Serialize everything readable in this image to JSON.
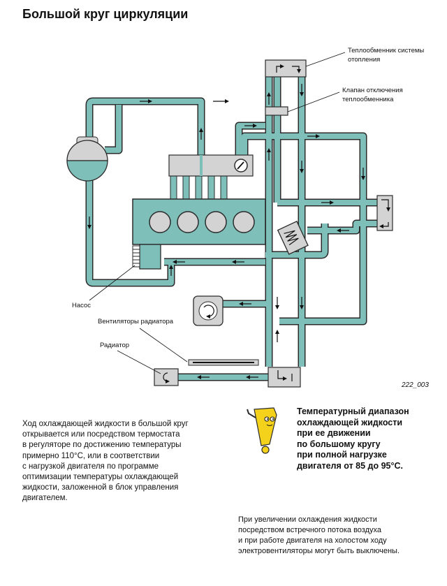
{
  "title": "Большой круг циркуляции",
  "labels": {
    "heater": "Теплообменник системы\nотопления",
    "valve": "Клапан отключения\nтеплообменника",
    "pump": "Насос",
    "fans": "Вентиляторы радиатора",
    "radiator": "Радиатор",
    "figure_number": "222_003"
  },
  "paragraph": "Ход охлаждающей жидкости в большой круг\nоткрывается или посредством термостата\nв регуляторе по достижению температуры\nпримерно 110°С, или в соответствии\nс нагрузкой двигателя по программе\nоптимизации температуры охлаждающей\nжидкости, заложенной в блок управления\nдвигателем.",
  "note": "Температурный диапазон\nохлаждающей жидкости\nпри ее движении\nпо большому кругу\nпри полной нагрузке\nдвигателя от 85 до 95°С.",
  "paragraph2": "При увеличении охлаждения жидкости\nпосредством встречного потока воздуха\nи при работе двигателя на холостом ходу\nэлектровентиляторы могут быть выключены.",
  "colors": {
    "coolant": "#7fbfb9",
    "pipe_outline": "#2b2b2b",
    "component_gray": "#d3d3d3",
    "mascot_yellow": "#f4d21c"
  }
}
